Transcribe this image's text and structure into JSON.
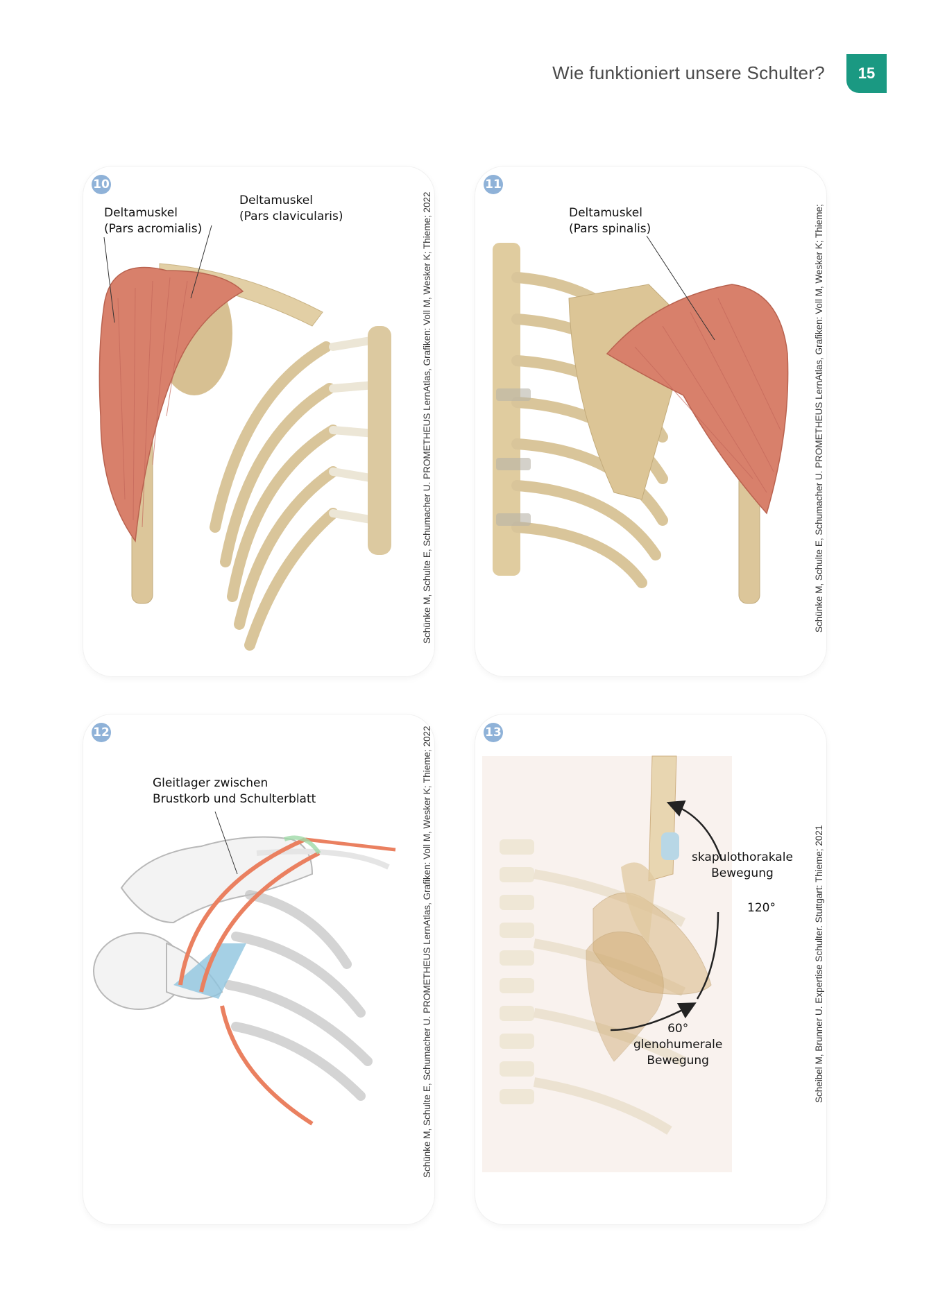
{
  "header": {
    "title": "Wie funktioniert unsere Schulter?",
    "page_number": "15",
    "accent_color": "#1a9982"
  },
  "panels": [
    {
      "number": "10",
      "labels": [
        "Deltamuskel",
        "(Pars acromialis)",
        "Deltamuskel",
        "(Pars clavicularis)"
      ],
      "credit": "Schünke M, Schulte E, Schumacher U. PROMETHEUS LernAtlas, Grafiken: Voll M, Wesker K; Thieme; 2022"
    },
    {
      "number": "11",
      "labels": [
        "Deltamuskel",
        "(Pars spinalis)"
      ],
      "credit": "Schünke M, Schulte E, Schumacher U. PROMETHEUS LernAtlas, Grafiken: Voll M, Wesker K; Thieme;"
    },
    {
      "number": "12",
      "labels": [
        "Gleitlager zwischen",
        "Brustkorb und Schulterblatt"
      ],
      "credit": "Schünke M, Schulte E, Schumacher U. PROMETHEUS LernAtlas, Grafiken: Voll M, Wesker K; Thieme; 2022"
    },
    {
      "number": "13",
      "labels": [
        "skapulothorakale",
        "Bewegung",
        "120°",
        "60°",
        "glenohumerale",
        "Bewegung"
      ],
      "credit": "Scheibel M, Brunner U. Expertise Schulter. Stuttgart: Thieme; 2021"
    }
  ]
}
